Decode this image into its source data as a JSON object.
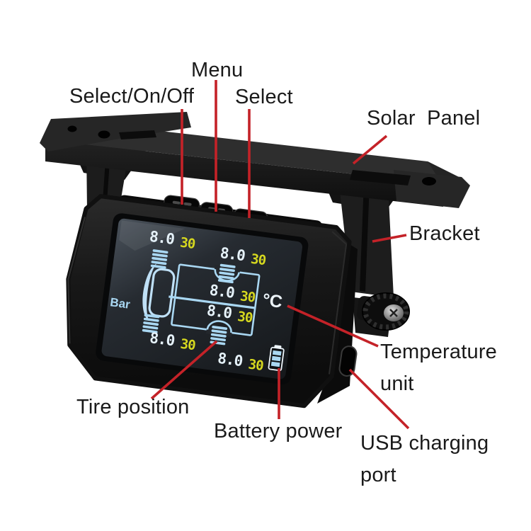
{
  "colors": {
    "background": "#ffffff",
    "leader_line": "#c42228",
    "label_text": "#1a1a1a",
    "device_body": "#1a1a1a",
    "lcd_background": "#23272c",
    "lcd_graphics": "#a9d7f2",
    "lcd_cab_fill": "#bfe0f6",
    "lcd_white": "#edf5fb",
    "pressure_digits": "#e6f2fa",
    "temperature_digits": "#d6d81f"
  },
  "labels": {
    "menu": "Menu",
    "select_on_off": "Select/On/Off",
    "select": "Select",
    "solar_panel": "Solar Panel",
    "bracket": "Bracket",
    "temperature_unit": [
      "Temperature",
      "unit"
    ],
    "tire_position": "Tire position",
    "battery_power": "Battery power",
    "usb_charging_port": [
      "USB charging",
      "port"
    ]
  },
  "lcd": {
    "pressure_unit": "Bar",
    "temperature_unit_symbol": "°C",
    "readings": [
      {
        "position": "top-left",
        "pressure": "8.0",
        "temperature": "30"
      },
      {
        "position": "top-center",
        "pressure": "8.0",
        "temperature": "30"
      },
      {
        "position": "middle-upper",
        "pressure": "8.0",
        "temperature": "30"
      },
      {
        "position": "middle-lower",
        "pressure": "8.0",
        "temperature": "30"
      },
      {
        "position": "bottom-left",
        "pressure": "8.0",
        "temperature": "30"
      },
      {
        "position": "bottom-center",
        "pressure": "8.0",
        "temperature": "30"
      }
    ]
  }
}
